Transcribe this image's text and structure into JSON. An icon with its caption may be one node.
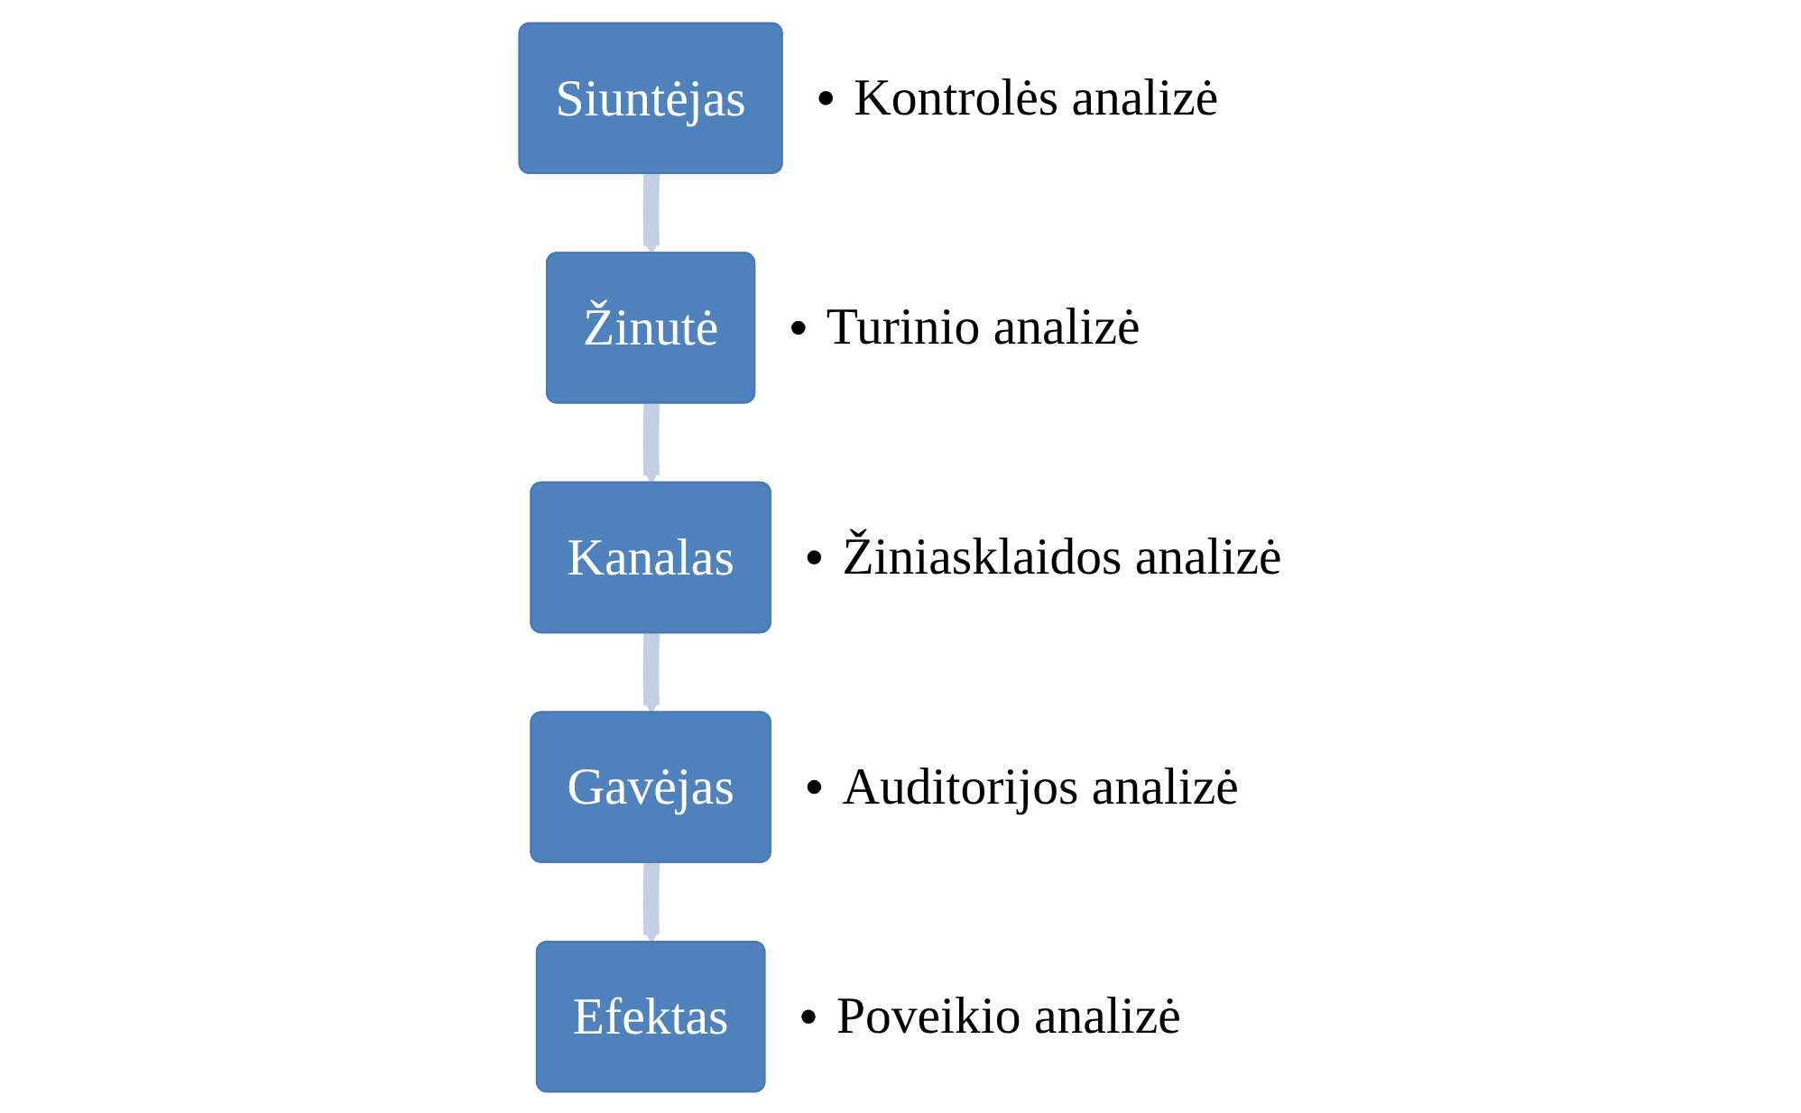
{
  "diagram": {
    "nodes": [
      {
        "text": [
          "Siuntėjas"
        ],
        "beside": [
          "Kontrolės analizė"
        ]
      },
      {
        "text": [
          "Žinutė"
        ],
        "beside": [
          "Turinio analizė"
        ]
      },
      {
        "text": [
          "Kanalas"
        ],
        "beside": [
          "Žiniasklaidos analizė"
        ]
      },
      {
        "text": [
          "Gavėjas"
        ],
        "beside": [
          "Auditorijos analizė"
        ]
      },
      {
        "text": [
          "Efektas"
        ],
        "beside": [
          "Poveikio analizė"
        ]
      }
    ],
    "edges": [
      {
        "from": 0,
        "to": 1,
        "arrow": "to"
      },
      {
        "from": 1,
        "to": 2,
        "arrow": "to"
      },
      {
        "from": 2,
        "to": 3,
        "arrow": "to"
      },
      {
        "from": 3,
        "to": 4,
        "arrow": "to"
      }
    ]
  }
}
